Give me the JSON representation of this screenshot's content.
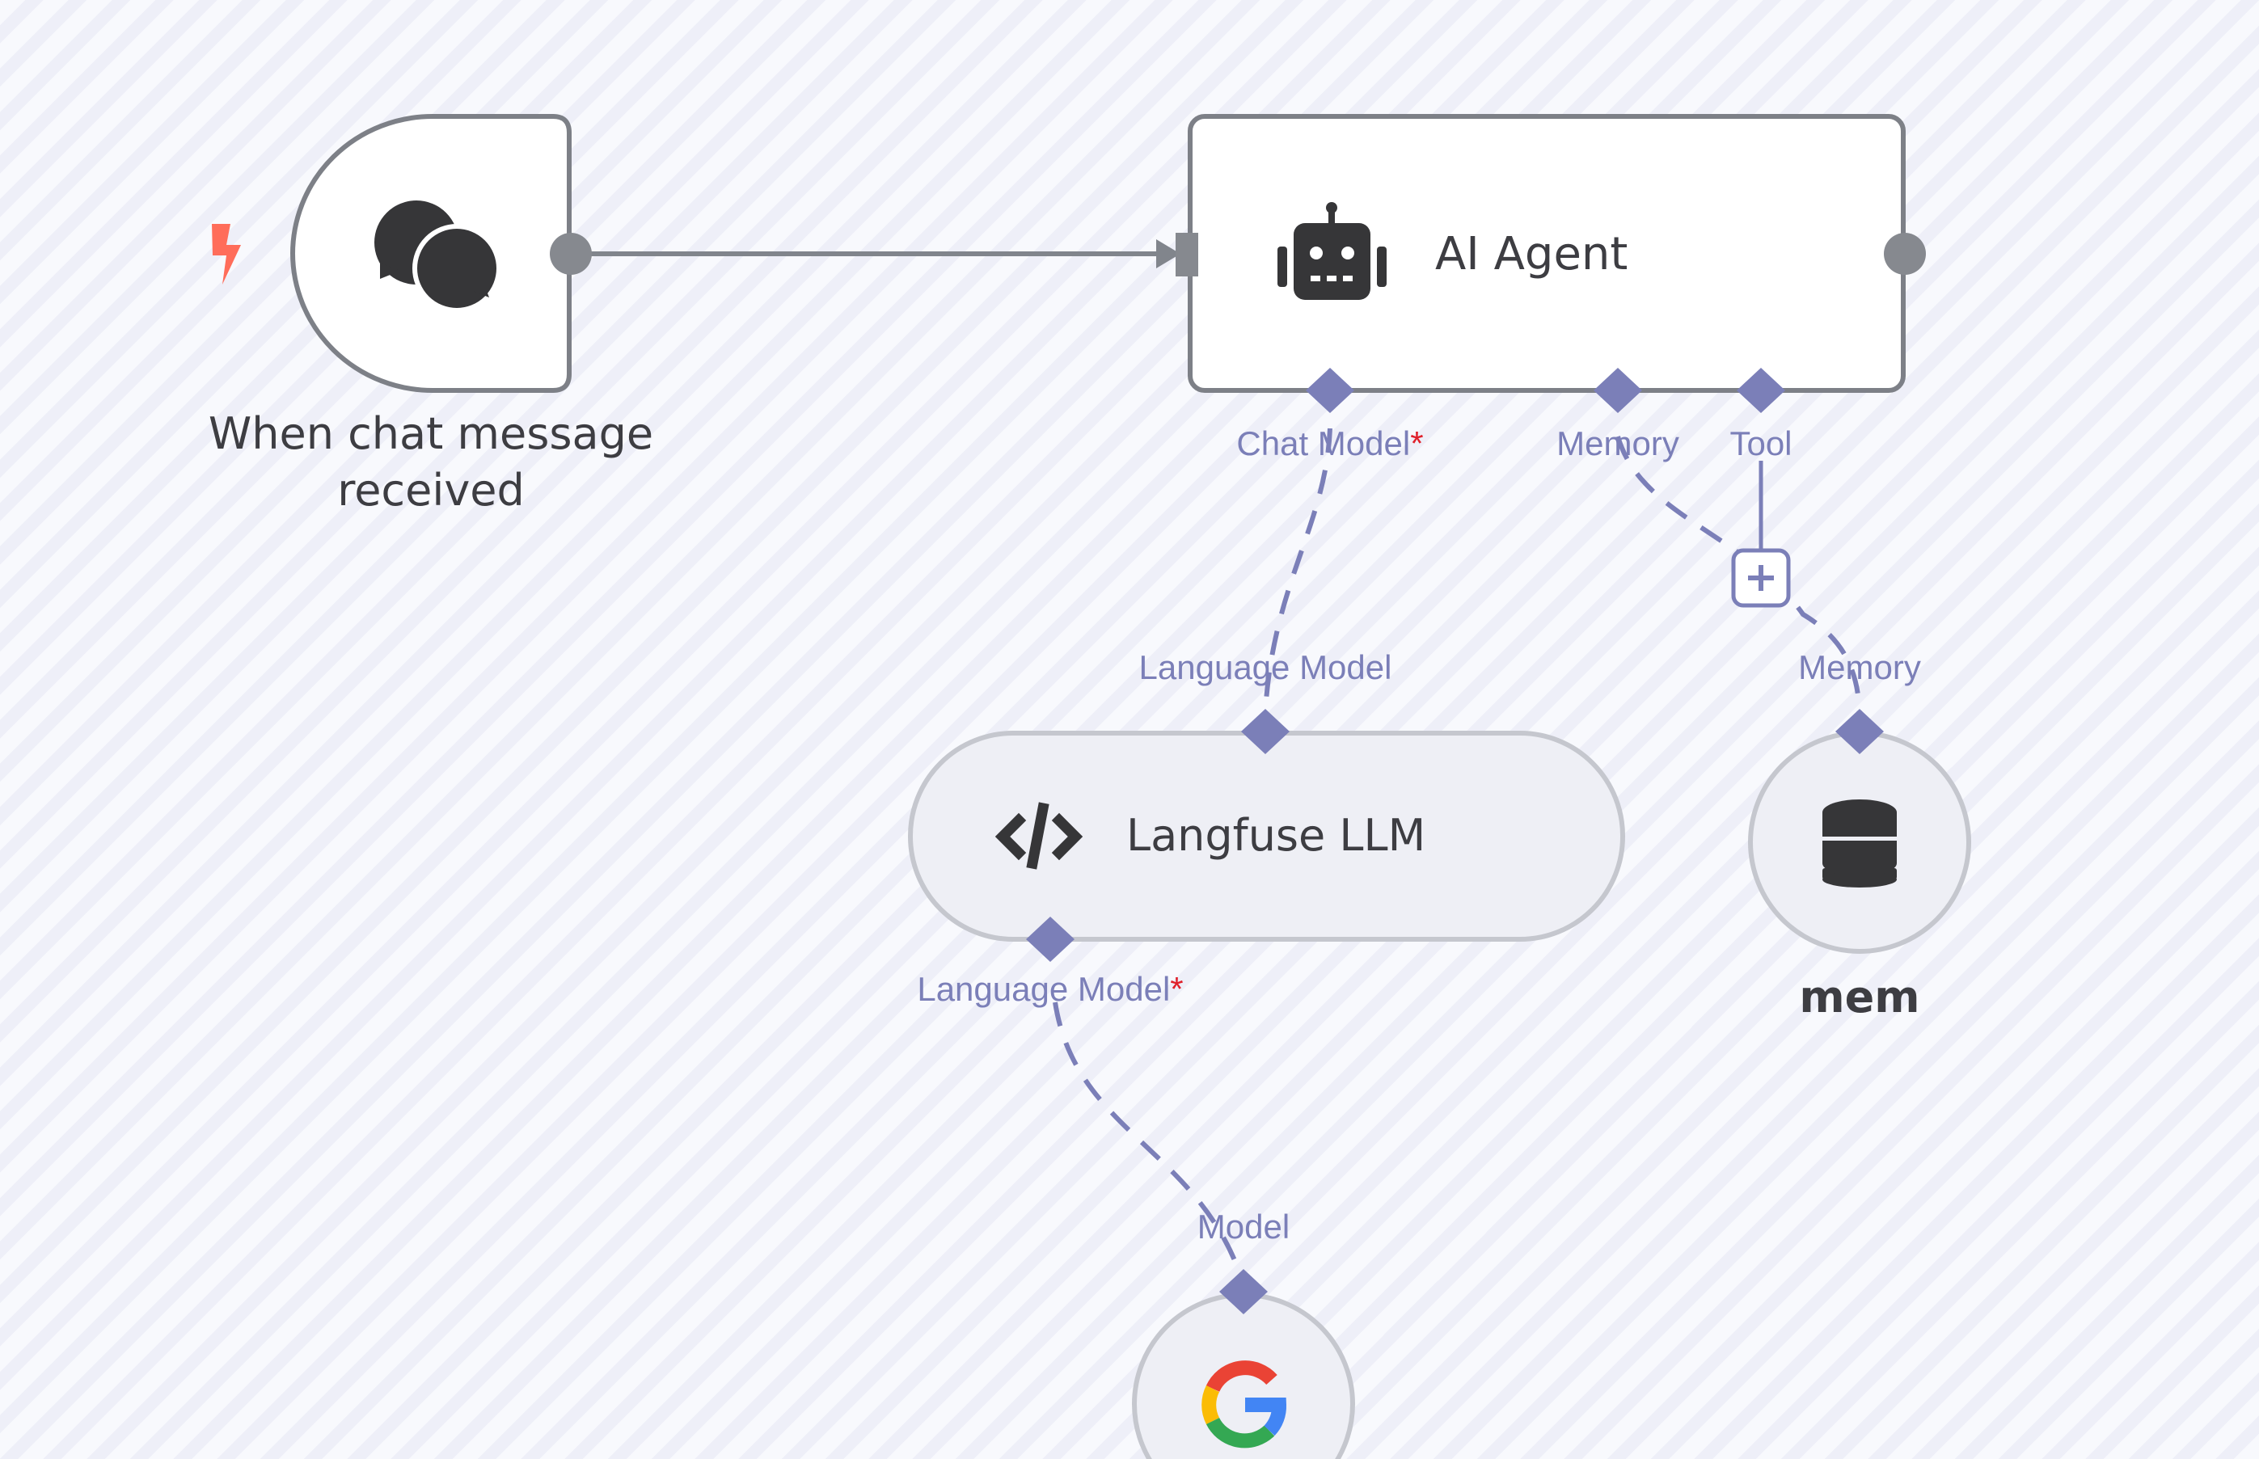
{
  "canvas": {
    "background_stripe_colors": [
      "#f8f9fd",
      "#eeeff8"
    ],
    "connection_color": "#7b7fb8",
    "main_edge_color": "#81858c"
  },
  "nodes": {
    "trigger": {
      "title_line1": "When chat message",
      "title_line2": "received",
      "icon": "chat-bubbles-icon",
      "badge_icon": "lightning-bolt-icon",
      "badge_color": "#ff6d5a"
    },
    "agent": {
      "title": "AI Agent",
      "icon": "robot-icon",
      "ports": [
        {
          "label": "Chat Model",
          "required": true
        },
        {
          "label": "Memory",
          "required": false
        },
        {
          "label": "Tool",
          "required": false
        }
      ],
      "add_tool_icon": "plus-icon"
    },
    "langfuse": {
      "title": "Langfuse LLM",
      "icon": "code-icon",
      "output_port_label": "Language Model",
      "input_port_label": "Language Model",
      "input_required": true
    },
    "memory": {
      "title": "mem",
      "icon": "database-icon",
      "output_port_label": "Memory"
    },
    "google": {
      "icon": "google-g-icon",
      "output_port_label": "Model"
    }
  },
  "required_marker": "*"
}
